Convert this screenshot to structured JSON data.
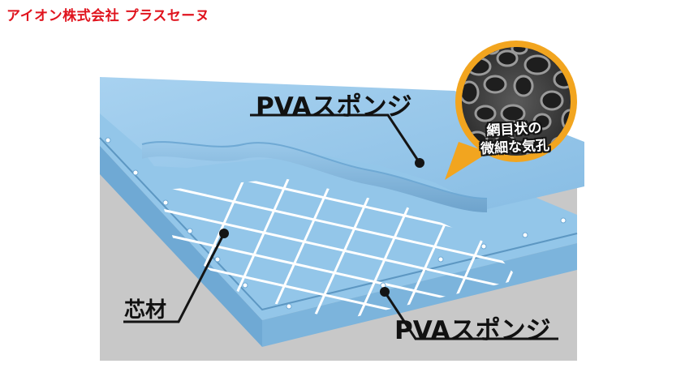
{
  "brand": {
    "name": "アイオン株式会社",
    "product": "プラスセーヌ"
  },
  "labels": {
    "top_layer": "PVAスポンジ",
    "core": "芯材",
    "bottom_layer": "PVAスポンジ"
  },
  "callout": {
    "line1": "網目状の",
    "line2": "微細な気孔"
  },
  "colors": {
    "brand_red": "#e0141e",
    "sponge_blue": "#93c6e9",
    "sponge_edge": "#6fa9d4",
    "mesh_white": "#ffffff",
    "background_gray": "#c8c8c8",
    "callout_orange": "#f2a51f"
  }
}
